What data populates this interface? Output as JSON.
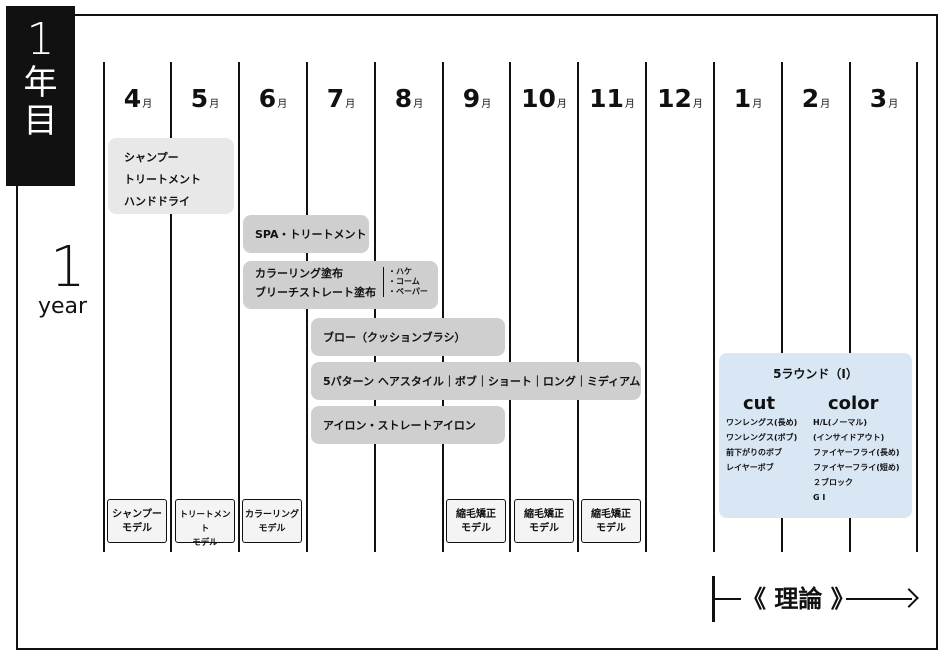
{
  "corner": {
    "number": "1",
    "kanji1": "年",
    "kanji2": "目"
  },
  "year_label": {
    "number": "1",
    "word": "year"
  },
  "months": [
    {
      "num": "4",
      "unit": "月"
    },
    {
      "num": "5",
      "unit": "月"
    },
    {
      "num": "6",
      "unit": "月"
    },
    {
      "num": "7",
      "unit": "月"
    },
    {
      "num": "8",
      "unit": "月"
    },
    {
      "num": "9",
      "unit": "月"
    },
    {
      "num": "10",
      "unit": "月"
    },
    {
      "num": "11",
      "unit": "月"
    },
    {
      "num": "12",
      "unit": "月"
    },
    {
      "num": "1",
      "unit": "月"
    },
    {
      "num": "2",
      "unit": "月"
    },
    {
      "num": "3",
      "unit": "月"
    }
  ],
  "bars": {
    "basic": {
      "lines": [
        "シャンプー",
        "トリートメント",
        "ハンドドライ"
      ]
    },
    "spa": {
      "text": "SPA・トリートメント"
    },
    "coloring": {
      "lines": [
        "カラーリング塗布",
        "ブリーチストレート塗布"
      ],
      "sub": [
        "・ハケ",
        "・コーム",
        "・ペーパー"
      ]
    },
    "blow": {
      "text": "ブロー（クッションブラシ）"
    },
    "style": {
      "text": "5パターン ヘアスタイル｜ボブ｜ショート｜ロング｜ミディアム"
    },
    "iron": {
      "text": "アイロン・ストレートアイロン"
    }
  },
  "models": [
    {
      "l1": "シャンプー",
      "l2": "モデル"
    },
    {
      "l1": "トリートメント",
      "l2": "モデル"
    },
    {
      "l1": "カラーリング",
      "l2": "モデル"
    },
    {
      "l1": "縮毛矯正",
      "l2": "モデル"
    },
    {
      "l1": "縮毛矯正",
      "l2": "モデル"
    },
    {
      "l1": "縮毛矯正",
      "l2": "モデル"
    }
  ],
  "round": {
    "title": "5ラウンド（Ⅰ）",
    "cut": {
      "heading": "cut",
      "items": [
        "ワンレングス(長め)",
        "ワンレングス(ボブ)",
        "前下がりのボブ",
        "レイヤーボブ"
      ]
    },
    "color": {
      "heading": "color",
      "items": [
        "H/L(ノーマル)",
        "(インサイドアウト)",
        "ファイヤーフライ(長め)",
        "ファイヤーフライ(短め)",
        "２ブロック",
        "G I"
      ]
    }
  },
  "theory": {
    "label": "《 理論 》"
  }
}
